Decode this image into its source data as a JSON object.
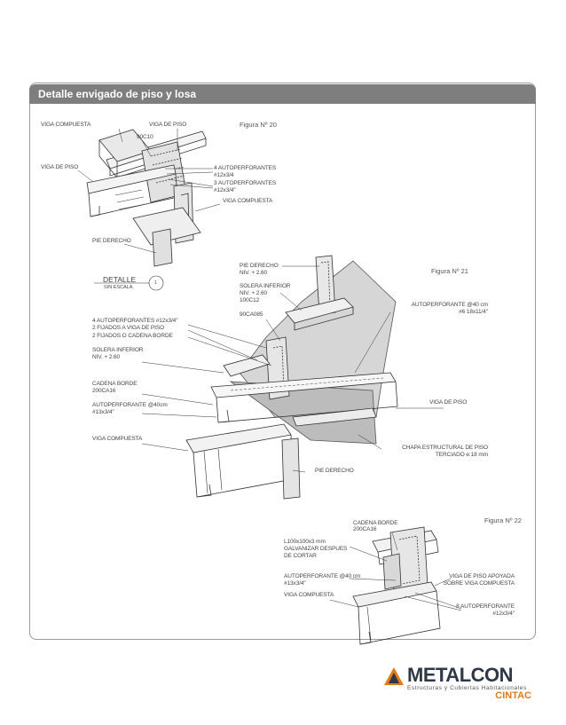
{
  "header": {
    "title": "Detalle envigado de piso y losa"
  },
  "figures": {
    "f20": "Figura Nº 20",
    "f21": "Figura Nº 21",
    "f22": "Figura Nº 22"
  },
  "detalle": {
    "title": "DETALLE",
    "sub": "SIN ESCALA",
    "marker": "1"
  },
  "labels": {
    "viga_compuesta_top": "VIGA COMPUESTA",
    "viga_piso_top": "VIGA DE PISO",
    "c90c10": "90C10",
    "viga_piso_left": "VIGA DE PISO",
    "auto4_a": "4 AUTOPERFORANTES",
    "auto4_b": "#12x3/4",
    "auto3_a": "3 AUTOPERFORANTES",
    "auto3_b": "#12x3/4\"",
    "viga_compuesta_mid": "VIGA COMPUESTA",
    "pie_derecho_1": "PIE DERECHO",
    "pie_derecho_2a": "PIE DERECHO",
    "pie_derecho_2b": "NIV. + 2.60",
    "solera_a": "SOLERA INFERIOR",
    "solera_b": "NIV. + 2.60",
    "solera_c": "100C12",
    "c90ca085": "90CA085",
    "autoperf40_a": "AUTOPERFORANTE @40 cm",
    "autoperf40_b": "#6 18x11/4\"",
    "fij_a": "4 AUTOPERFORANTES #12x3/4\"",
    "fij_b": "2 FIJADOS A VIGA DE PISO",
    "fij_c": "2 FIJADOS O CADENA BORDE",
    "solera2_a": "SOLERA INFERIOR",
    "solera2_b": "NIV. + 2.60",
    "cadena_a": "CADENA BORDE",
    "cadena_b": "200CA16",
    "autoperf_b_a": "AUTOPERFORANTE @40cm",
    "autoperf_b_b": "#13x3/4\"",
    "viga_piso_right": "VIGA DE PISO",
    "viga_compuesta_low": "VIGA COMPUESTA",
    "chapa_a": "CHAPA ESTRUCTURAL DE PISO",
    "chapa_b": "TERCIADO e:18 mm",
    "pie_derecho_3": "PIE DERECHO",
    "cadena2_a": "CADENA BORDE",
    "cadena2_b": "200CA16",
    "angle_a": "L100x100x3 mm",
    "angle_b": "GALVANIZAR DESPUES",
    "angle_c": "DE CORTAR",
    "autoperf_c_a": "AUTOPERFORANTE @40 cm",
    "autoperf_c_b": "#13x3/4\"",
    "viga_compuesta_22": "VIGA COMPUESTA",
    "viga_apoyada_a": "VIGA DE PISO APOYADA",
    "viga_apoyada_b": "SOBRE VIGA COMPUESTA",
    "auto8_a": "8 AUTOPERFORANTE",
    "auto8_b": "#12x3/4\""
  },
  "logo": {
    "name": "METALCON",
    "tagline": "Estructuras y Cubiertas Habitacionales",
    "sub": "CINTAC",
    "brand_color": "#2f3845",
    "accent": "#e07b1a"
  }
}
